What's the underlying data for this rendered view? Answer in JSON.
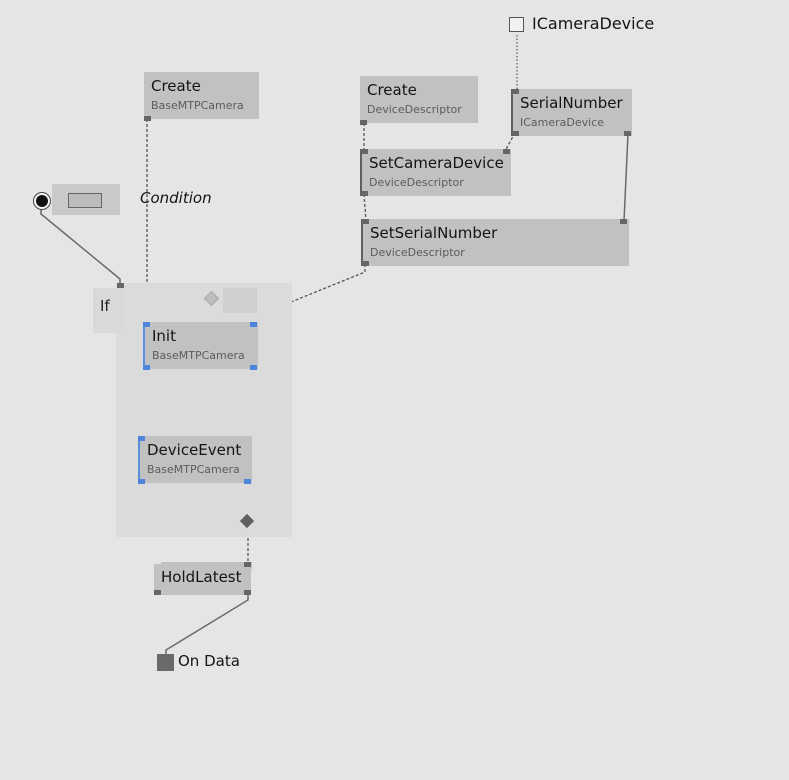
{
  "colors": {
    "background": "#e5e5e5",
    "node": "#c1c1c1",
    "group": "#dbdbdb",
    "port": "#666666",
    "selected_port": "#4f86dd",
    "wire": "#666666",
    "selected_wire": "#4f86dd"
  },
  "inputs": {
    "camera_device": "ICameraDevice"
  },
  "outputs": {
    "on_data": "On Data"
  },
  "condition": {
    "label": "Condition",
    "icon": "filled-circle-icon"
  },
  "group": {
    "label": "If",
    "icon": "diamond-icon"
  },
  "nodes": {
    "create_camera": {
      "title": "Create",
      "type": "BaseMTPCamera"
    },
    "create_descriptor": {
      "title": "Create",
      "type": "DeviceDescriptor"
    },
    "serial_number": {
      "title": "SerialNumber",
      "type": "ICameraDevice"
    },
    "set_camera_device": {
      "title": "SetCameraDevice",
      "type": "DeviceDescriptor"
    },
    "set_serial_number": {
      "title": "SetSerialNumber",
      "type": "DeviceDescriptor"
    },
    "init": {
      "title": "Init",
      "type": "BaseMTPCamera"
    },
    "device_event": {
      "title": "DeviceEvent",
      "type": "BaseMTPCamera"
    },
    "hold_latest": {
      "title": "HoldLatest"
    }
  }
}
